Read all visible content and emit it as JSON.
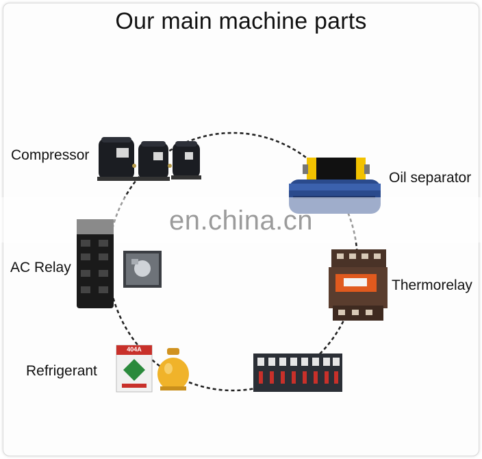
{
  "title": "Our main machine parts",
  "watermark": "en.china.cn",
  "parts": {
    "compressor": "Compressor",
    "oil_separator": "Oil separator",
    "thermorelay": "Thermorelay",
    "refrigerant": "Refrigerant",
    "ac_relay": "AC Relay"
  },
  "refrigerant_box_text": "404A",
  "colors": {
    "compressor_body": "#1b1d22",
    "separator_blue": "#2a4a8c",
    "separator_yellow": "#f2c200",
    "relay_brown": "#4a3327",
    "relay_orange": "#e05a1e",
    "cylinder_yellow": "#f0b32a",
    "box_green": "#2a8a3c",
    "box_red": "#c8302a"
  },
  "icons": [
    "compressor-icon",
    "oil-separator-icon",
    "thermorelay-icon",
    "contactor-icon",
    "refrigerant-box-icon",
    "gas-cylinder-icon",
    "ac-relay-icon"
  ]
}
